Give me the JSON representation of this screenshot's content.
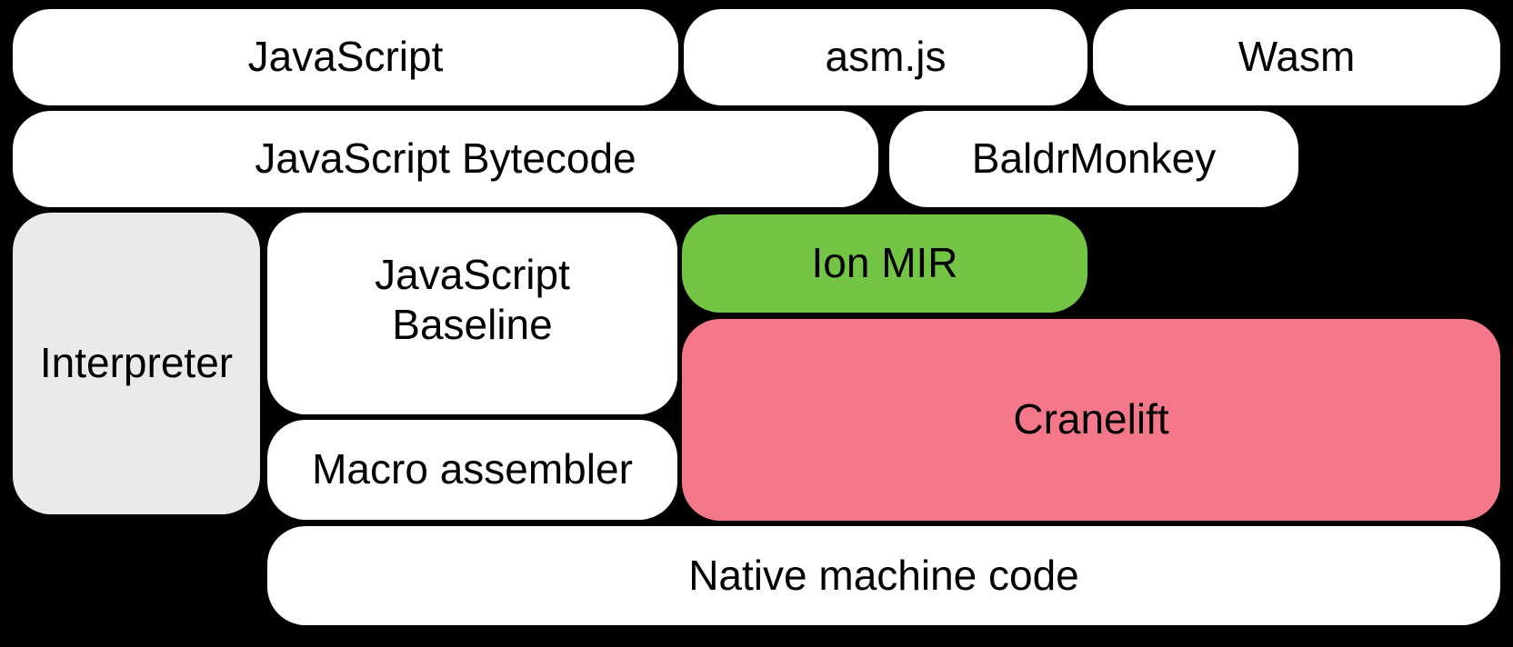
{
  "colors": {
    "background": "#000000",
    "box_white": "#ffffff",
    "box_gray": "#eaeaea",
    "box_green": "#74c446",
    "box_pink": "#f5788a",
    "text": "#000000"
  },
  "boxes": {
    "javascript": {
      "label": "JavaScript"
    },
    "asmjs": {
      "label": "asm.js"
    },
    "wasm": {
      "label": "Wasm"
    },
    "js_bytecode": {
      "label": "JavaScript Bytecode"
    },
    "baldrmonkey": {
      "label": "BaldrMonkey"
    },
    "interpreter": {
      "label": "Interpreter"
    },
    "js_baseline": {
      "label": "JavaScript\nBaseline"
    },
    "ion_mir": {
      "label": "Ion MIR"
    },
    "cranelift": {
      "label": "Cranelift"
    },
    "macro_assembler": {
      "label": "Macro assembler"
    },
    "native_machine_code": {
      "label": "Native machine code"
    }
  }
}
